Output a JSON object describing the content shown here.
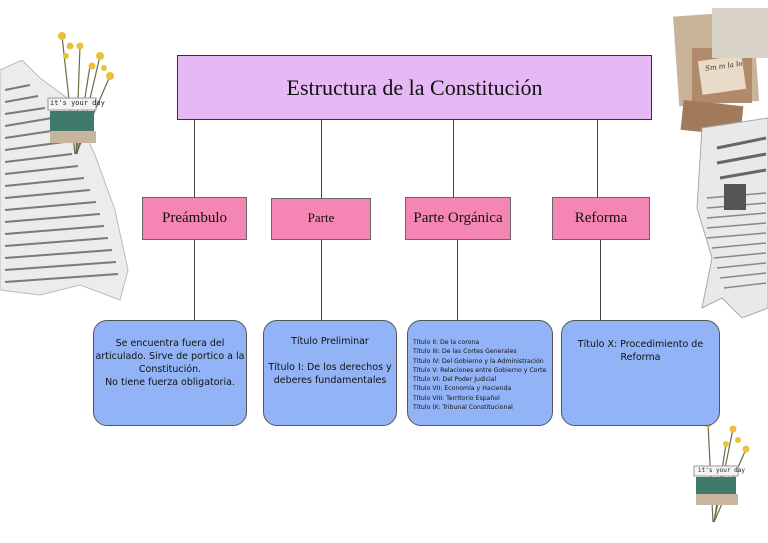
{
  "title": "Estructura de la Constitución",
  "sections": [
    {
      "label": "Preámbulo"
    },
    {
      "label": "Parte"
    },
    {
      "label": "Parte Orgánica"
    },
    {
      "label": "Reforma"
    }
  ],
  "cards": {
    "preambulo": [
      "Se encuentra fuera del",
      "articulado. Sirve de portico a la",
      "Constitución.",
      "No tiene fuerza obligatoria."
    ],
    "parte": {
      "line1": "Título Preliminar",
      "line2": "Título I: De los derechos y",
      "line3": "deberes fundamentales"
    },
    "organica": [
      "Título II: De la corona",
      "Título III: De las Cortes Generales",
      "Título IV: Del Gobierno y la Administración",
      "Título V: Relaciones entre Gobierno y Corte",
      "Título VI: Del Poder Judicial",
      "Título VII: Economía y Hacienda",
      "Título VIII: Territorio Español",
      "Título IX: Tribunal Constitucional"
    ],
    "reforma": [
      "Título X: Procedimiento de",
      "Reforma"
    ]
  },
  "decor": {
    "tag_text": "it's your day",
    "note_text": "Sm m la lo"
  }
}
